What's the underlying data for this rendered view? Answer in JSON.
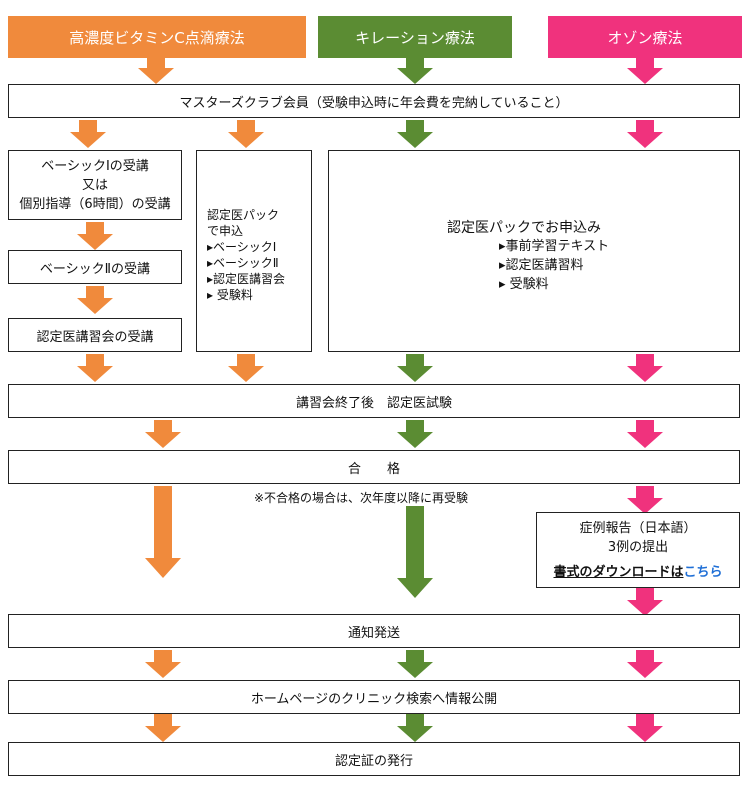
{
  "colors": {
    "orange": "#f08a3c",
    "green": "#5b8c33",
    "pink": "#f0327d",
    "link": "#1f6fd6"
  },
  "headers": {
    "vitamin_c": "高濃度ビタミンC点滴療法",
    "chelation": "キレーション療法",
    "ozone": "オゾン療法"
  },
  "membership": "マスターズクラブ会員（受験申込時に年会費を完納していること）",
  "orange_path": {
    "basic1": [
      "ベーシックⅠの受講",
      "又は",
      "個別指導（6時間）の受講"
    ],
    "basic2": "ベーシックⅡの受講",
    "seminar": "認定医講習会の受講"
  },
  "pack_box": {
    "lines": [
      "認定医パック",
      "で申込",
      "▸ベーシックⅠ",
      "▸ベーシックⅡ",
      "▸認定医講習会",
      "▸ 受験料"
    ]
  },
  "pack_big": {
    "title": "認定医パックでお申込み",
    "items": [
      "▸事前学習テキスト",
      "▸認定医講習料",
      "▸ 受験料"
    ]
  },
  "exam": "講習会終了後　認定医試験",
  "pass": "合　　格",
  "fail_note": "※不合格の場合は、次年度以降に再受験",
  "case_report": {
    "line1": "症例報告（日本語）",
    "line2": "3例の提出",
    "download_text": "書式のダウンロードは",
    "download_link": "こちら"
  },
  "notify": "通知発送",
  "publish": "ホームページのクリニック検索へ情報公開",
  "certificate": "認定証の発行"
}
